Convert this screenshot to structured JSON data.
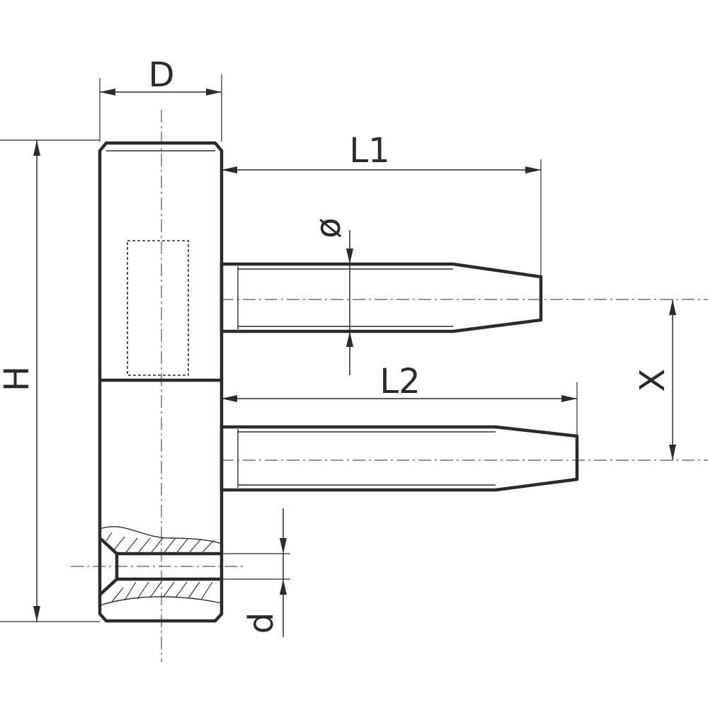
{
  "labels": {
    "diameter_body": "D",
    "pin_length_upper": "L1",
    "pin_diameter": "ø",
    "pin_length_lower": "L2",
    "height": "H",
    "pin_spacing": "X",
    "bore_diameter": "d"
  },
  "colors": {
    "line": "#2b2b2b",
    "background": "#ffffff"
  }
}
